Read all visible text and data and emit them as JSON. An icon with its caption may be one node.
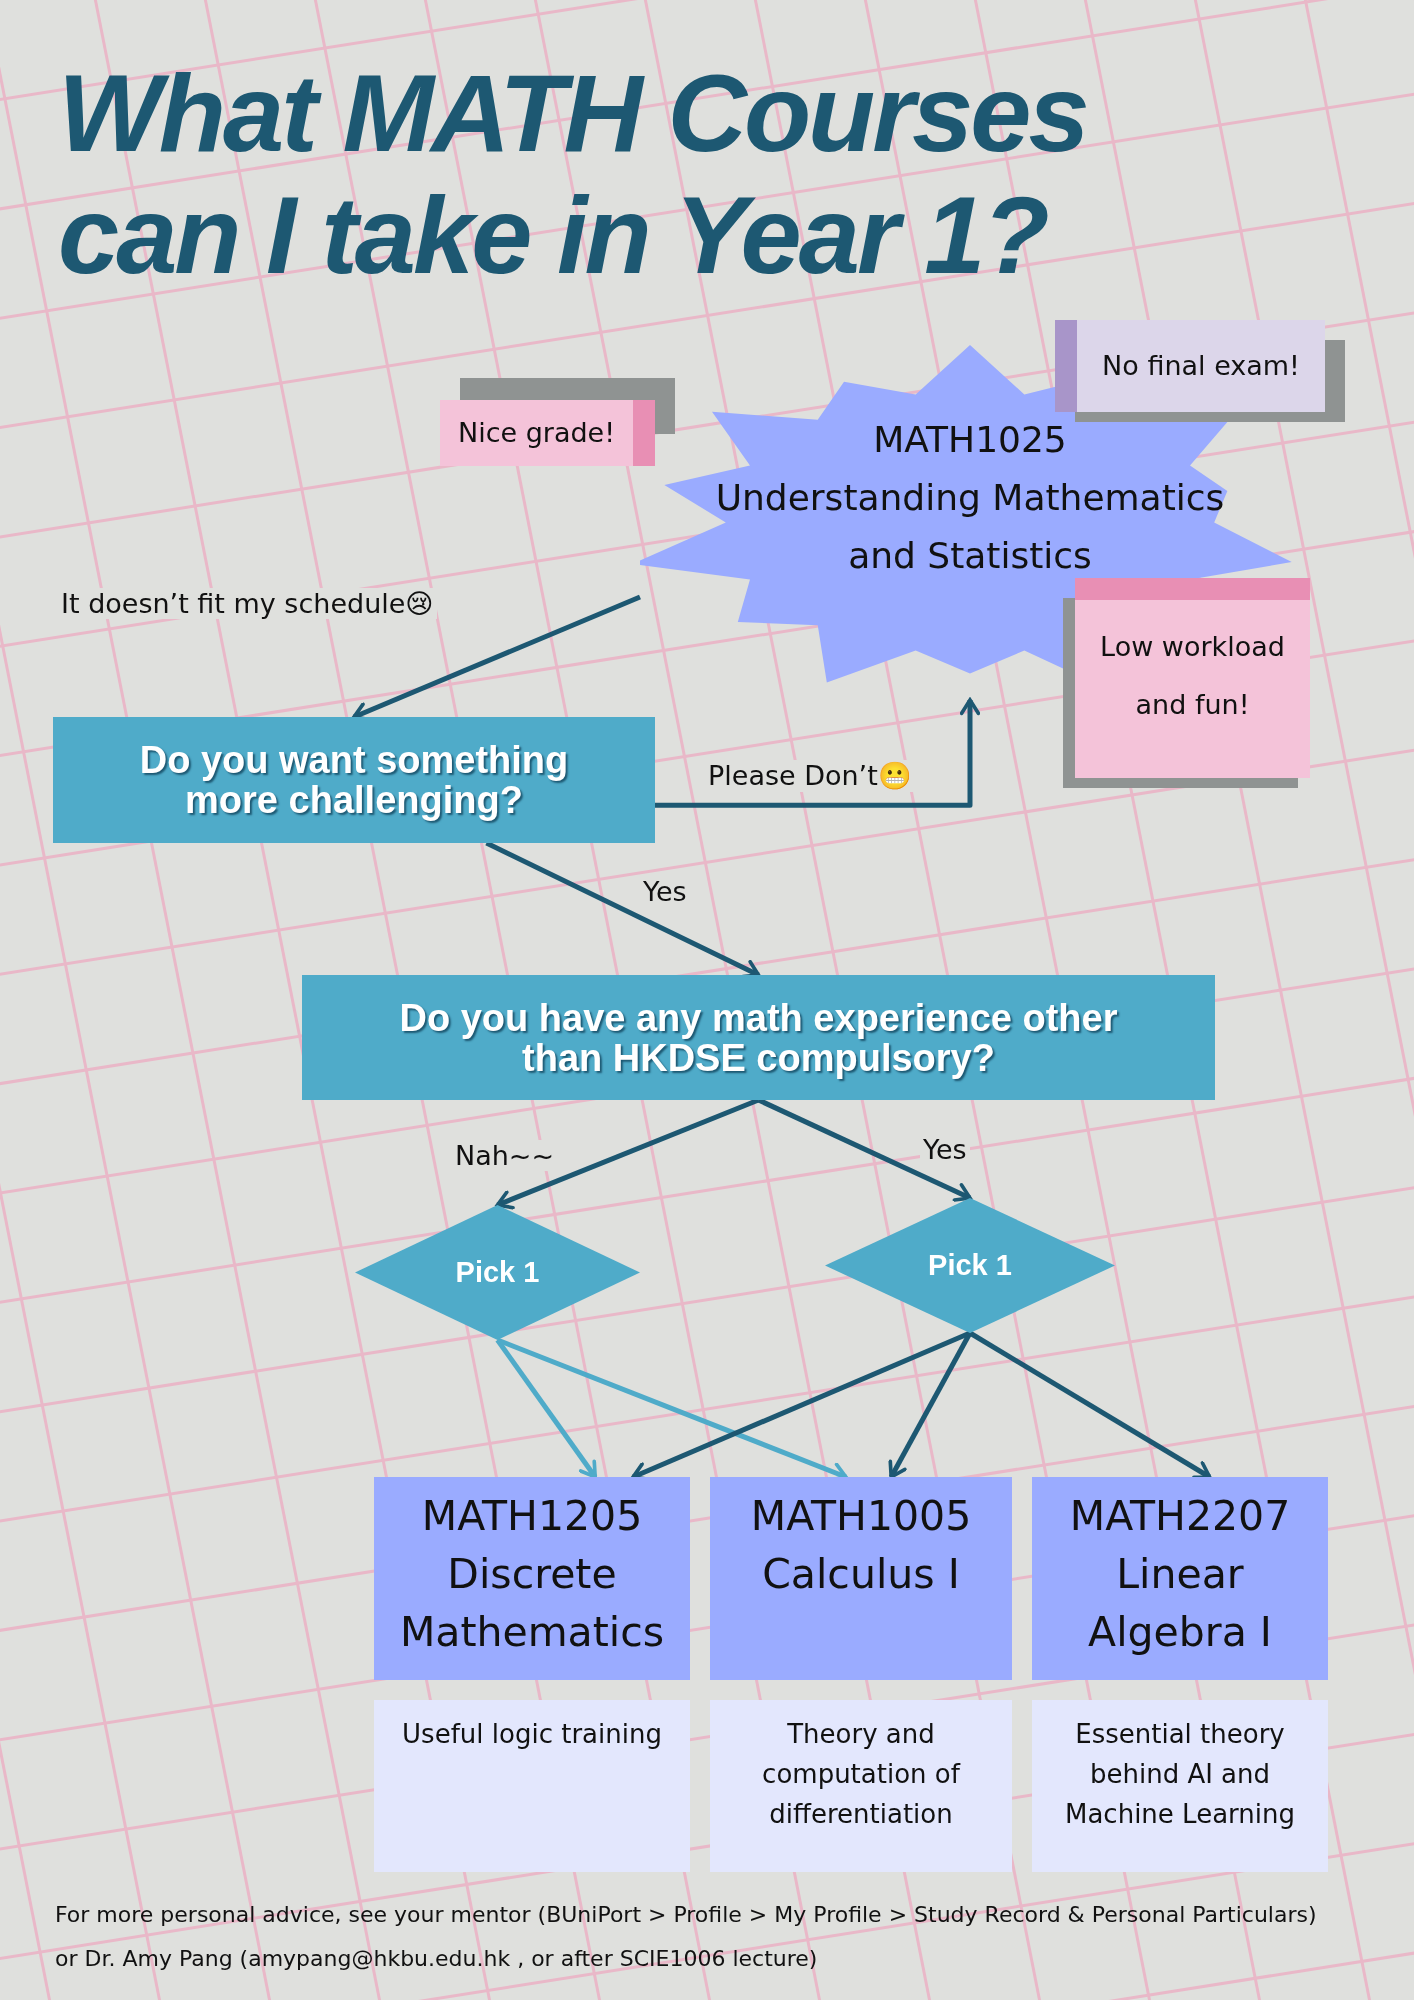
{
  "diagram": {
    "title": "What MATH Courses can I take in Year 1?",
    "nodes": [
      {
        "text": [
          "Nice grade!"
        ]
      },
      {
        "text": [
          "MATH1025",
          "Understanding Mathematics and Statistics"
        ]
      },
      {
        "text": [
          "No final exam!"
        ]
      },
      {
        "text": [
          "Low workload and fun!"
        ]
      },
      {
        "text": [
          "Do you want something more challenging?"
        ]
      },
      {
        "text": [
          "Do you have any math experience other than HKDSE compulsory?"
        ]
      },
      {
        "text": [
          "Pick 1"
        ]
      },
      {
        "text": [
          "Pick 1"
        ]
      },
      {
        "text": [
          "MATH1205",
          "Discrete Mathematics"
        ]
      },
      {
        "text": [
          "MATH1005",
          "Calculus I"
        ]
      },
      {
        "text": [
          "MATH2207",
          "Linear Algebra I"
        ]
      },
      {
        "text": [
          "Useful logic training"
        ]
      },
      {
        "text": [
          "Theory and computation of differentiation"
        ]
      },
      {
        "text": [
          "Essential theory behind AI and Machine Learning"
        ]
      }
    ],
    "edges": [
      {
        "from": 1,
        "to": 4,
        "arrow": "to",
        "label": "It doesn’t fit my schedule😢"
      },
      {
        "from": 4,
        "to": 1,
        "arrow": "to",
        "label": "Please Don’t😬"
      },
      {
        "from": 4,
        "to": 5,
        "arrow": "to",
        "label": "Yes"
      },
      {
        "from": 5,
        "to": 6,
        "arrow": "to",
        "label": "Nah~~"
      },
      {
        "from": 5,
        "to": 7,
        "arrow": "to",
        "label": "Yes"
      },
      {
        "from": 6,
        "to": 8,
        "arrow": "to",
        "color": "#4fabc9"
      },
      {
        "from": 6,
        "to": 9,
        "arrow": "to",
        "color": "#4fabc9"
      },
      {
        "from": 7,
        "to": 8,
        "arrow": "to"
      },
      {
        "from": 7,
        "to": 9,
        "arrow": "to"
      },
      {
        "from": 7,
        "to": 10,
        "arrow": "to"
      }
    ],
    "labels": [
      "For more personal advice, see your mentor (BUniPort > Profile > My Profile > Study Record & Personal Particulars) or Dr. Amy Pang (amypang@hkbu.edu.hk , or after SCIE1006 lecture)"
    ]
  }
}
